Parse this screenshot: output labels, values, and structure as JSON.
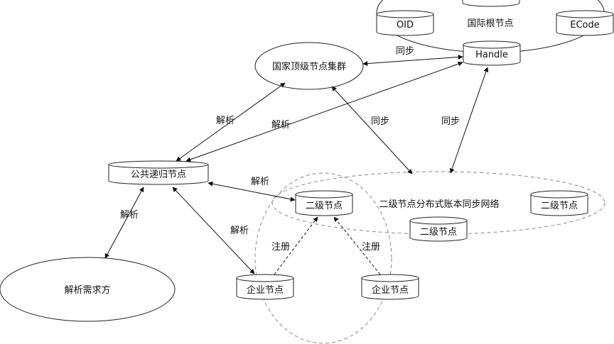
{
  "nodes": {
    "root": "国际根节点",
    "oid": "OID",
    "ecode": "ECode",
    "handle": "Handle",
    "national": "国家顶级节点集群",
    "recursive": "公共递归节点",
    "resolver": "解析需求方",
    "secondary_main": "二级节点",
    "ledger": "二级节点分布式账本同步网络",
    "secondary_right": "二级节点",
    "secondary_bottom": "二级节点",
    "enterprise_left": "企业节点",
    "enterprise_right": "企业节点"
  },
  "edges": {
    "national_handle": "同步",
    "national_ledger": "同步",
    "handle_ledger": "同步",
    "recursive_national": "解析",
    "recursive_handle": "解析",
    "recursive_secondary": "解析",
    "recursive_resolver": "解析",
    "recursive_enterprise": "解析",
    "enterprise_left_reg": "注册",
    "enterprise_right_reg": "注册"
  }
}
